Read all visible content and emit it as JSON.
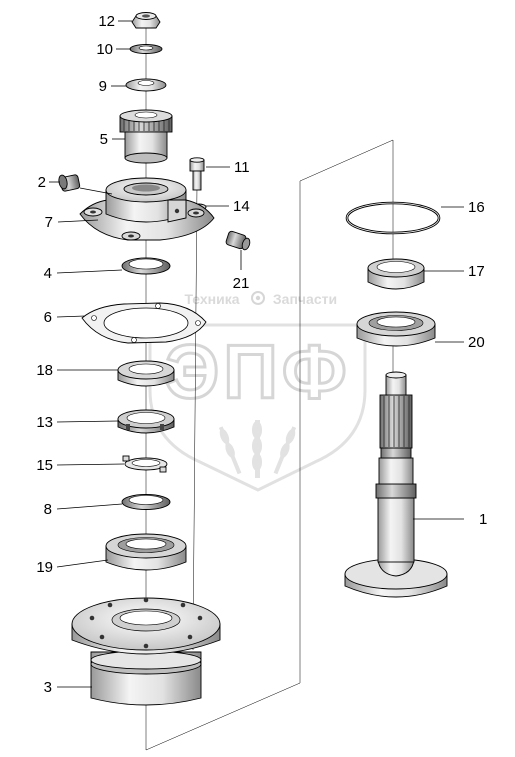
{
  "watermark": {
    "top_text_left": "Техника",
    "top_text_right": "Запчасти",
    "logo_text": "ЭПФ",
    "color": "#d6d6d6"
  },
  "callouts": [
    {
      "id": "12",
      "label": "12"
    },
    {
      "id": "10",
      "label": "10"
    },
    {
      "id": "9",
      "label": "9"
    },
    {
      "id": "5",
      "label": "5"
    },
    {
      "id": "11",
      "label": "11"
    },
    {
      "id": "2",
      "label": "2"
    },
    {
      "id": "14",
      "label": "14"
    },
    {
      "id": "7",
      "label": "7"
    },
    {
      "id": "16",
      "label": "16"
    },
    {
      "id": "4",
      "label": "4"
    },
    {
      "id": "21",
      "label": "21"
    },
    {
      "id": "17",
      "label": "17"
    },
    {
      "id": "6",
      "label": "6"
    },
    {
      "id": "20",
      "label": "20"
    },
    {
      "id": "18",
      "label": "18"
    },
    {
      "id": "13",
      "label": "13"
    },
    {
      "id": "15",
      "label": "15"
    },
    {
      "id": "8",
      "label": "8"
    },
    {
      "id": "1",
      "label": "1"
    },
    {
      "id": "19",
      "label": "19"
    },
    {
      "id": "3",
      "label": "3"
    }
  ]
}
